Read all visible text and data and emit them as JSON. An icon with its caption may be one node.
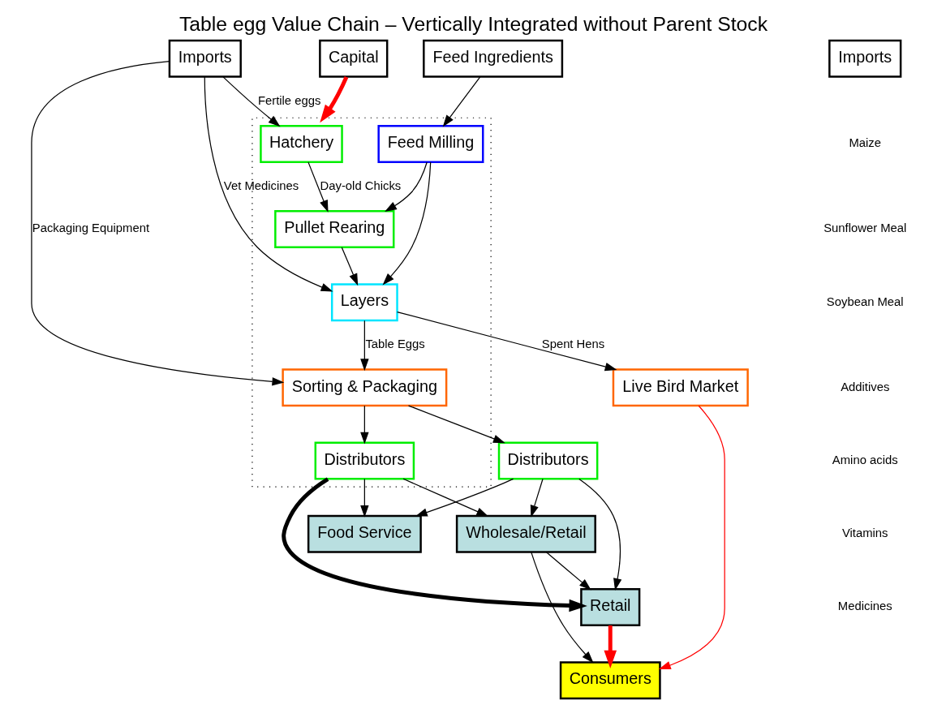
{
  "diagram": {
    "title": "Table egg Value Chain – Vertically Integrated without Parent Stock",
    "nodes": [
      {
        "text": [],
        "shape": "box"
      },
      {
        "text": [
          "Imports"
        ]
      },
      {
        "text": [
          "Capital"
        ]
      },
      {
        "text": [
          "Imports"
        ]
      },
      {
        "text": [
          "Feed Ingredients"
        ]
      },
      {
        "text": [
          "Hatchery"
        ],
        "in": 0
      },
      {
        "text": [
          "Pullet Rearing"
        ],
        "in": 0
      },
      {
        "text": [
          "Feed Milling"
        ],
        "in": 0
      },
      {
        "text": [
          "Layers"
        ],
        "in": 0
      },
      {
        "text": [
          "Sorting & Packaging"
        ],
        "in": 0
      },
      {
        "text": [
          "Distributors"
        ],
        "in": 0
      },
      {
        "text": [
          "Live Bird Market"
        ]
      },
      {
        "text": [
          "Food Service"
        ]
      },
      {
        "text": [
          "Wholesale/Retail"
        ]
      },
      {
        "text": [
          "Distributors"
        ]
      },
      {
        "text": [
          "Retail"
        ]
      },
      {
        "text": [
          "Consumers"
        ]
      }
    ],
    "edges": [
      {
        "from": 1,
        "to": 5,
        "arrow": "to",
        "label": "Fertile eggs"
      },
      {
        "from": 1,
        "to": 8,
        "arrow": "to",
        "label": "Vet Medicines"
      },
      {
        "from": 1,
        "to": 9,
        "arrow": "to",
        "label": "Packaging Equipment"
      },
      {
        "from": 2,
        "to": 0,
        "arrow": "to",
        "style": "thick",
        "color": "#ff0000"
      },
      {
        "from": 5,
        "to": 6,
        "arrow": "to",
        "label": "Day-old Chicks"
      },
      {
        "from": 6,
        "to": 8,
        "arrow": "to"
      },
      {
        "from": 7,
        "to": 6,
        "arrow": "to"
      },
      {
        "from": 7,
        "to": 8,
        "arrow": "to"
      },
      {
        "from": 4,
        "to": 7,
        "arrow": "to"
      },
      {
        "from": 8,
        "to": 9,
        "arrow": "to",
        "label": "Table Eggs"
      },
      {
        "from": 8,
        "to": 11,
        "arrow": "to",
        "label": "Spent Hens"
      },
      {
        "from": 9,
        "to": 10,
        "arrow": "to"
      },
      {
        "from": 9,
        "to": 14,
        "arrow": "to"
      },
      {
        "from": 10,
        "to": 12,
        "arrow": "to"
      },
      {
        "from": 10,
        "to": 15,
        "arrow": "to",
        "style": "thick"
      },
      {
        "from": 10,
        "to": 13,
        "arrow": "to"
      },
      {
        "from": 14,
        "to": 13,
        "arrow": "to"
      },
      {
        "from": 14,
        "to": 12,
        "arrow": "to"
      },
      {
        "from": 14,
        "to": 15,
        "arrow": "to"
      },
      {
        "from": 13,
        "to": 15,
        "arrow": "to"
      },
      {
        "from": 13,
        "to": 16,
        "arrow": "to"
      },
      {
        "from": 11,
        "to": 16,
        "arrow": "to",
        "color": "#ff0000"
      },
      {
        "from": 15,
        "to": 16,
        "arrow": "to",
        "style": "thick",
        "color": "#ff0000"
      }
    ],
    "labels": [
      "Maize",
      "Sunflower Meal",
      "Soybean Meal",
      "Additives",
      "Amino acids",
      "Vitamins",
      "Medicines"
    ]
  }
}
